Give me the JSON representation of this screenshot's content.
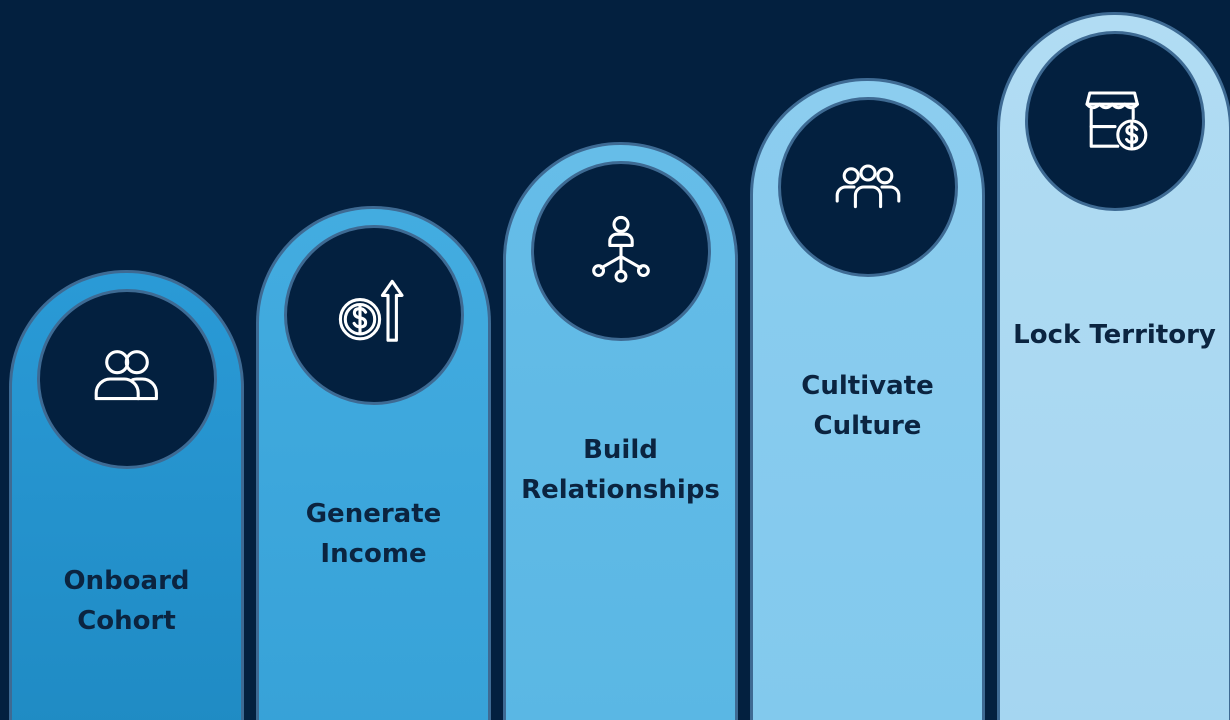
{
  "steps": [
    {
      "label": "Onboard\nCohort",
      "icon": "group-icon"
    },
    {
      "label": "Generate\nIncome",
      "icon": "dollar-up-arrow-icon"
    },
    {
      "label": "Build\nRelationships",
      "icon": "network-person-icon"
    },
    {
      "label": "Cultivate\nCulture",
      "icon": "team-icon"
    },
    {
      "label": "Lock Territory",
      "icon": "storefront-dollar-icon"
    }
  ],
  "colors": {
    "background": "#03203f",
    "border": "#3e6a93",
    "step1": "#2a9ad6",
    "step2": "#43ace0",
    "step3": "#66bde8",
    "step4": "#8ccdef",
    "step5": "#b1dcf3",
    "label_text": "#0b2440"
  }
}
